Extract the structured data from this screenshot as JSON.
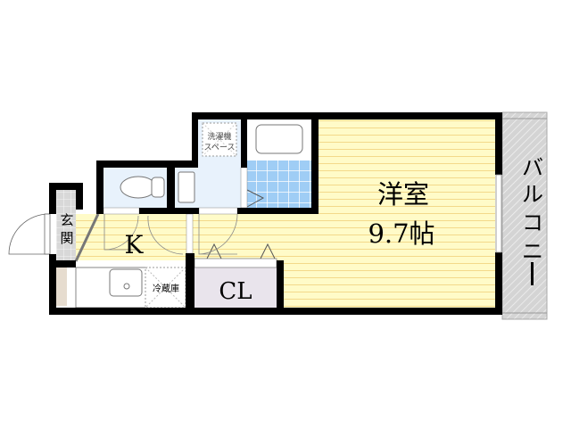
{
  "rooms": {
    "western_room": {
      "label": "洋室",
      "size": "9.7帖"
    },
    "kitchen": {
      "label": "K"
    },
    "closet": {
      "label": "CL"
    },
    "entrance": {
      "label_top": "玄",
      "label_bottom": "関"
    },
    "washer_space": {
      "line1": "洗濯機",
      "line2": "スペース"
    },
    "fridge": {
      "label": "冷蔵庫"
    },
    "balcony": {
      "chars": [
        "バ",
        "ル",
        "コ",
        "ニ",
        "ー"
      ]
    }
  },
  "colors": {
    "wall": "#000000",
    "room_floor": "#fffbc8",
    "floor_stripe": "#f3d98a",
    "wet_area": "#e8f2fc",
    "bath_tile": "#9fcdf5",
    "closet": "#e9e4ec",
    "entrance_tile": "#d8d8d8",
    "balcony": "#d4d4d4"
  }
}
